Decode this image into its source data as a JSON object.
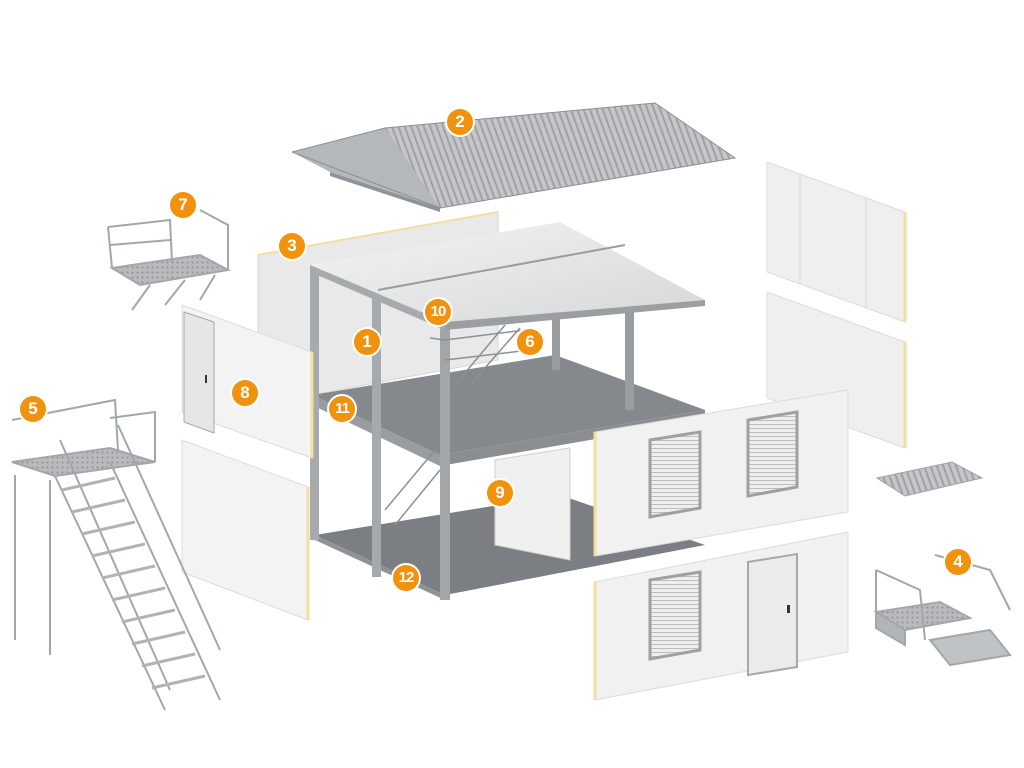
{
  "diagram": {
    "accent_color": "#f0920e",
    "callouts": [
      {
        "id": "1",
        "label": "1",
        "component": "container-frame"
      },
      {
        "id": "2",
        "label": "2",
        "component": "gable-roof"
      },
      {
        "id": "3",
        "label": "3",
        "component": "rear-wall-panel"
      },
      {
        "id": "4",
        "label": "4",
        "component": "entrance-steps"
      },
      {
        "id": "5",
        "label": "5",
        "component": "external-staircase"
      },
      {
        "id": "6",
        "label": "6",
        "component": "internal-staircase"
      },
      {
        "id": "7",
        "label": "7",
        "component": "balcony-platform"
      },
      {
        "id": "8",
        "label": "8",
        "component": "side-wall-with-door"
      },
      {
        "id": "9",
        "label": "9",
        "component": "interior-partition-door"
      },
      {
        "id": "10",
        "label": "10",
        "component": "roof-panel"
      },
      {
        "id": "11",
        "label": "11",
        "component": "floor-module"
      },
      {
        "id": "12",
        "label": "12",
        "component": "base-frame"
      }
    ]
  }
}
